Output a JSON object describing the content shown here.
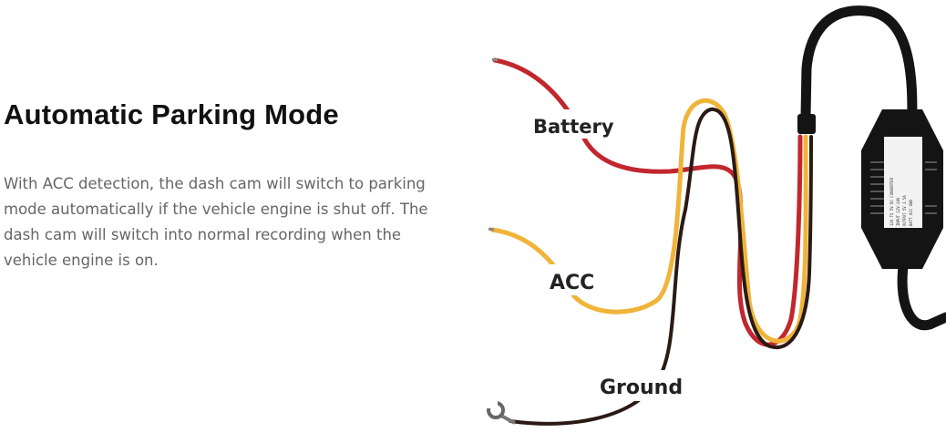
{
  "heading": "Automatic Parking Mode",
  "description": "With ACC detection, the dash cam will switch to parking mode automatically if the vehicle engine is shut off. The dash cam will switch into normal recording when the vehicle engine is on.",
  "labels": {
    "battery": "Battery",
    "acc": "ACC",
    "ground": "Ground"
  },
  "module_text": [
    "12V TO 5V DC CONVERTER",
    "INPUT 12V-24V",
    "OUTPUT 5V 2.5A",
    "BATT  ACC  GND"
  ],
  "colors": {
    "battery_wire": "#c1272d",
    "acc_wire": "#f0b43a",
    "ground_wire": "#2b1a14",
    "cable": "#141414"
  }
}
